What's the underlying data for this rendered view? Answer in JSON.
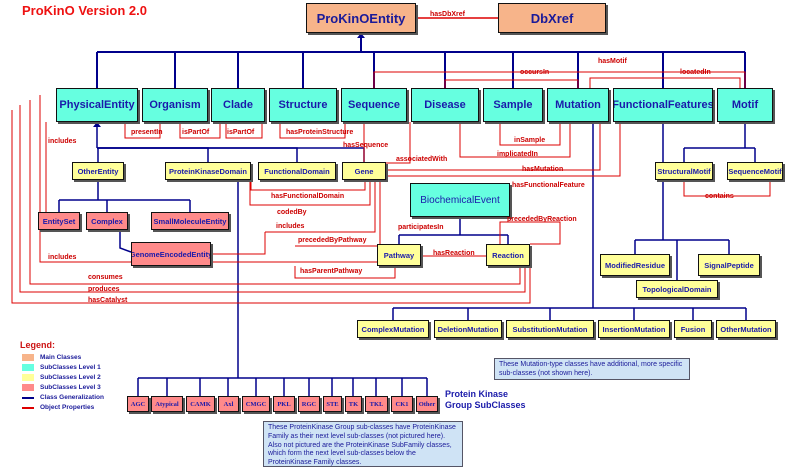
{
  "title": "ProKinO Version 2.0",
  "nodes": {
    "prokino_entity": "ProKinOEntity",
    "dbxref": "DbXref",
    "physical_entity": "PhysicalEntity",
    "organism": "Organism",
    "clade": "Clade",
    "structure": "Structure",
    "sequence": "Sequence",
    "disease": "Disease",
    "sample": "Sample",
    "mutation": "Mutation",
    "functional_features": "FunctionalFeatures",
    "motif": "Motif",
    "other_entity": "OtherEntity",
    "protein_kinase_domain": "ProteinKinaseDomain",
    "functional_domain": "FunctionalDomain",
    "gene": "Gene",
    "biochemical_event": "BiochemicalEvent",
    "entity_set": "EntitySet",
    "complex": "Complex",
    "small_molecule_entity": "SmallMoleculeEntity",
    "genome_encoded_entity": "GenomeEncodedEntity",
    "pathway": "Pathway",
    "reaction": "Reaction",
    "structural_motif": "StructuralMotif",
    "sequence_motif": "SequenceMotif",
    "modified_residue": "ModifiedResidue",
    "signal_peptide": "SignalPeptide",
    "topological_domain": "TopologicalDomain",
    "complex_mutation": "ComplexMutation",
    "deletion_mutation": "DeletionMutation",
    "substitution_mutation": "SubstitutionMutation",
    "insertion_mutation": "InsertionMutation",
    "fusion": "Fusion",
    "other_mutation": "OtherMutation"
  },
  "pk_groups": [
    "AGC",
    "Atypical",
    "CAMK",
    "Axl",
    "CMGC",
    "PKL",
    "RGC",
    "STE",
    "TK",
    "TKL",
    "CK1",
    "Other"
  ],
  "edge_labels": {
    "has_dbxref": "hasDbXref",
    "has_motif": "hasMotif",
    "occurs_in": "occursIn",
    "located_in": "locatedIn",
    "presentIn": "presentIn",
    "is_part_of_1": "isPartOf",
    "is_part_of_2": "isPartOf",
    "has_protein_structure": "hasProteinStructure",
    "includes_1": "includes",
    "has_sequence": "hasSequence",
    "associated_with": "associatedWith",
    "in_sample": "inSample",
    "implicated_in": "implicatedIn",
    "has_mutation": "hasMutation",
    "has_functional_feature": "hasFunctionalFeature",
    "has_functional_domain": "hasFunctionalDomain",
    "coded_by": "codedBy",
    "includes_2": "includes",
    "participates_in": "participatesIn",
    "preceded_by_pathway": "precededByPathway",
    "preceded_by_reaction": "precededByReaction",
    "has_reaction": "hasReaction",
    "has_parent_pathway": "hasParentPathway",
    "includes_3": "includes",
    "consumes": "consumes",
    "produces": "produces",
    "has_catalyst": "hasCatalyst",
    "contains": "contains"
  },
  "legend": {
    "title": "Legend:",
    "main": "Main Classes",
    "l1": "SubClasses Level 1",
    "l2": "SubClasses Level 2",
    "l3": "SubClasses Level 3",
    "gen": "Class Generalization",
    "obj": "Object Properties"
  },
  "notes": {
    "mutation_note": "These Mutation-type classes have additional, more specific sub-classes (not shown here).",
    "pk_note": "These ProteinKinase Group sub-classes have ProteinKinase Family as their next level sub-classes (not pictured here). Also not pictured are the ProteinKinase SubFamily classes, which form the next level sub-classes below the ProteinKinase Family classes.",
    "pk_group_label_1": "Protein Kinase",
    "pk_group_label_2": "Group SubClasses"
  },
  "colors": {
    "main": "#f7b48a",
    "level1": "#66ffe0",
    "level2": "#ffff99",
    "level3": "#ff8a8a",
    "generalization": "#00008b",
    "object_property": "#dd0000"
  }
}
